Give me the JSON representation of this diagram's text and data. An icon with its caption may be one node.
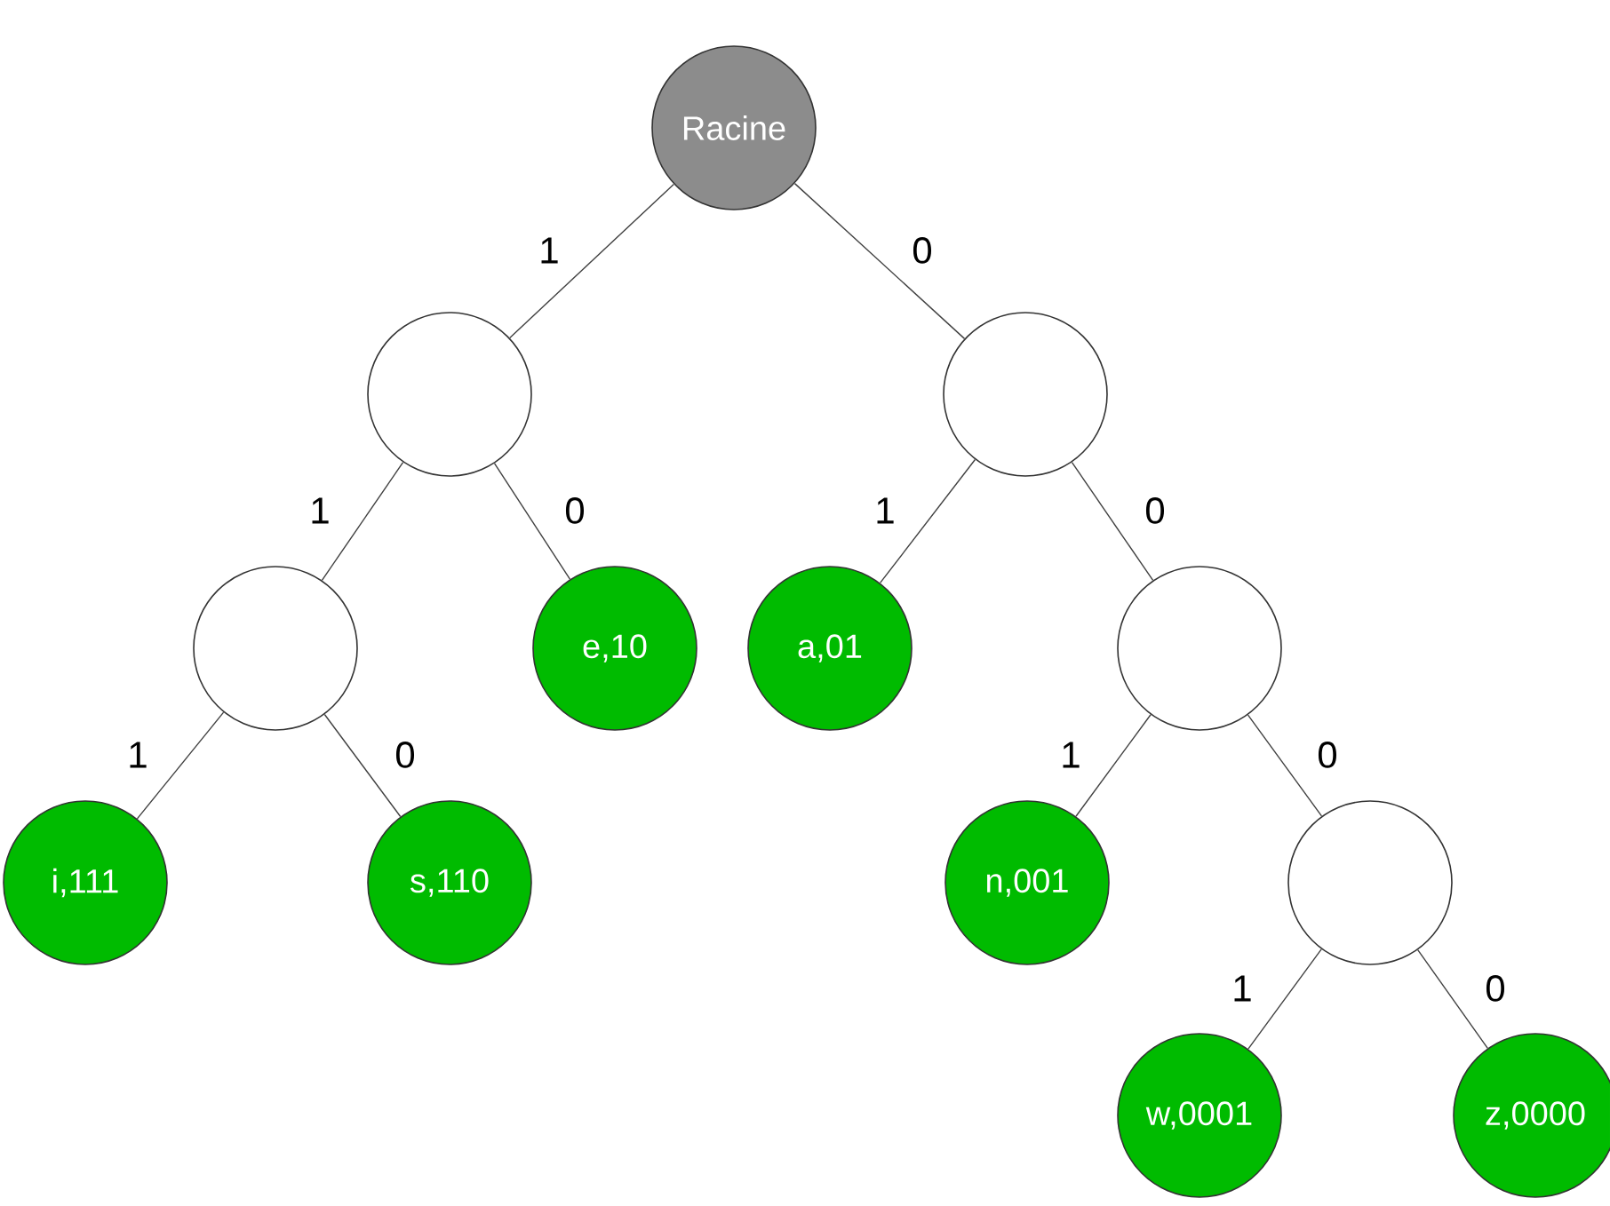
{
  "diagram": {
    "nodes": [
      {
        "text": [
          "Racine"
        ]
      },
      {
        "text": [],
        "shape": "circle"
      },
      {
        "text": [],
        "shape": "circle"
      },
      {
        "text": [],
        "shape": "circle"
      },
      {
        "text": [
          "e,10"
        ]
      },
      {
        "text": [
          "a,01"
        ]
      },
      {
        "text": [],
        "shape": "circle"
      },
      {
        "text": [
          "i,111"
        ]
      },
      {
        "text": [
          "s,110"
        ]
      },
      {
        "text": [
          "n,001"
        ]
      },
      {
        "text": [],
        "shape": "circle"
      },
      {
        "text": [
          "w,0001"
        ]
      },
      {
        "text": [
          "z,0000"
        ]
      }
    ],
    "edges": [
      {
        "from": 0,
        "to": 1,
        "arrow": "none",
        "label": "1"
      },
      {
        "from": 0,
        "to": 2,
        "arrow": "none",
        "label": "0"
      },
      {
        "from": 1,
        "to": 3,
        "arrow": "none",
        "label": "1"
      },
      {
        "from": 1,
        "to": 4,
        "arrow": "none",
        "label": "0"
      },
      {
        "from": 2,
        "to": 5,
        "arrow": "none",
        "label": "1"
      },
      {
        "from": 2,
        "to": 6,
        "arrow": "none",
        "label": "0"
      },
      {
        "from": 3,
        "to": 7,
        "arrow": "none",
        "label": "1"
      },
      {
        "from": 3,
        "to": 8,
        "arrow": "none",
        "label": "0"
      },
      {
        "from": 6,
        "to": 9,
        "arrow": "none",
        "label": "1"
      },
      {
        "from": 6,
        "to": 10,
        "arrow": "none",
        "label": "0"
      },
      {
        "from": 10,
        "to": 11,
        "arrow": "none",
        "label": "1"
      },
      {
        "from": 10,
        "to": 12,
        "arrow": "none",
        "label": "0"
      }
    ]
  }
}
